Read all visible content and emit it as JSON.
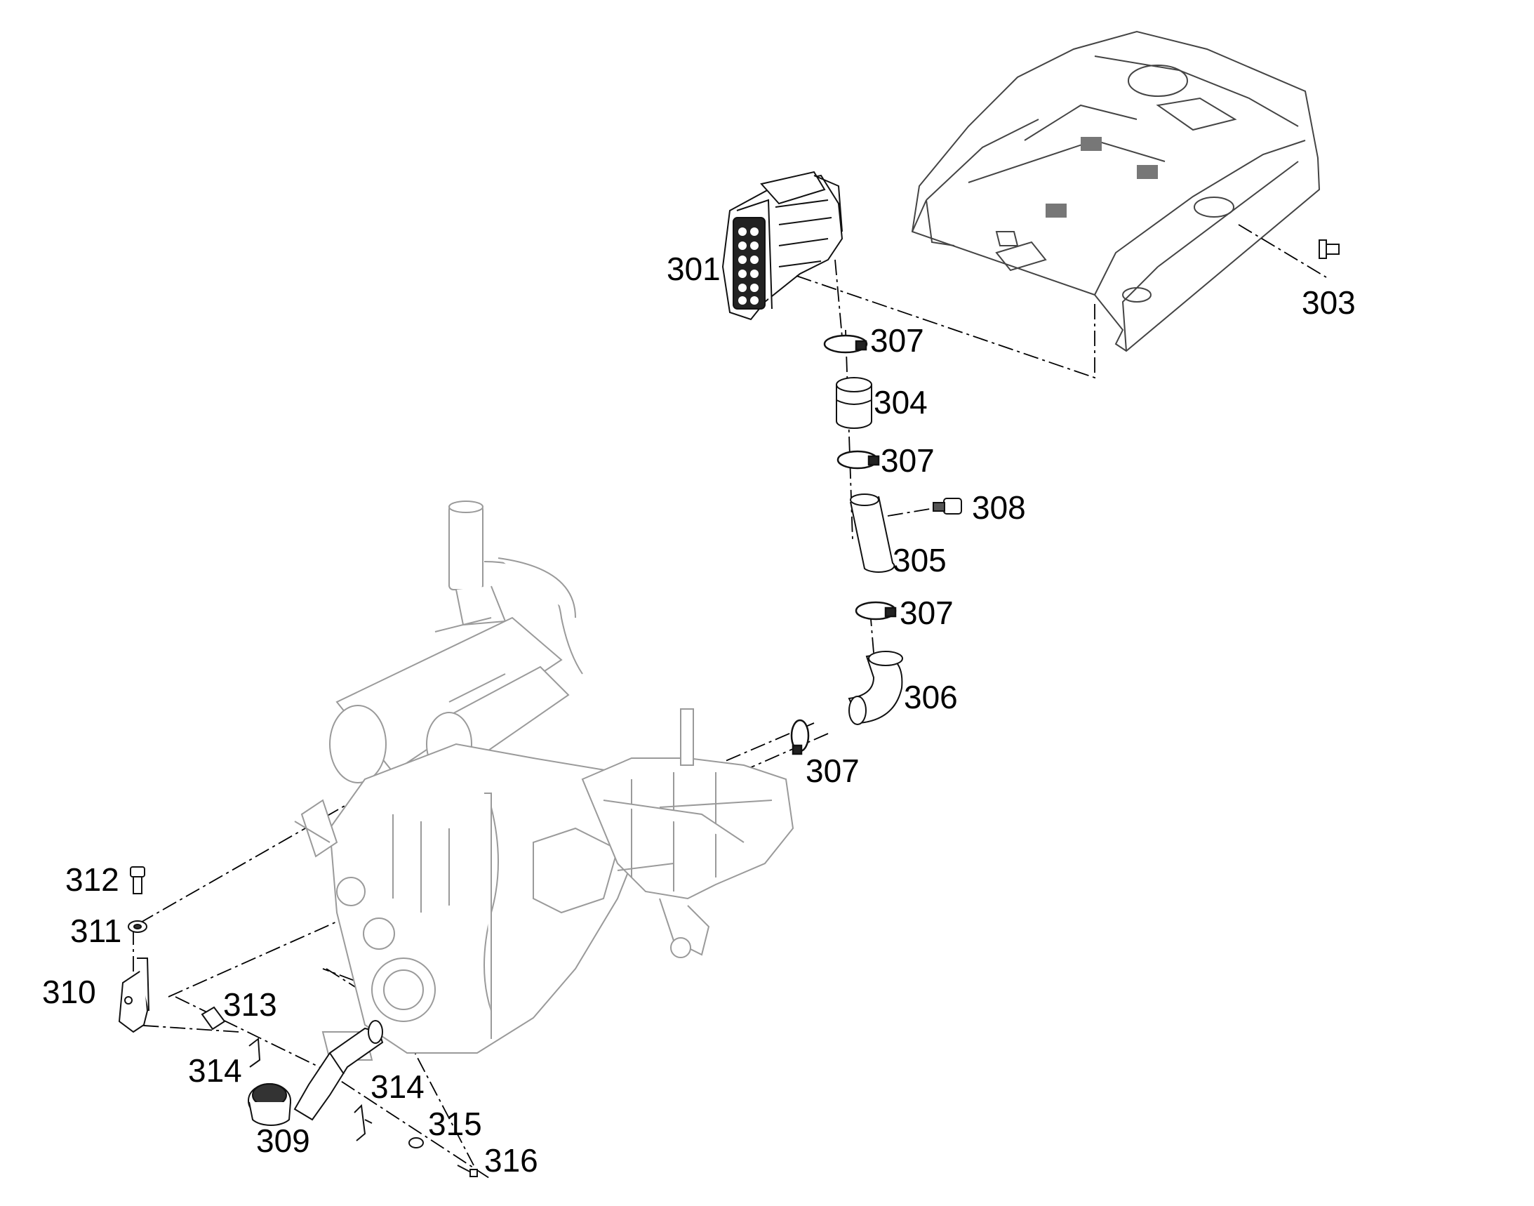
{
  "diagram": {
    "callouts": [
      {
        "id": "c301",
        "label": "301"
      },
      {
        "id": "c303",
        "label": "303"
      },
      {
        "id": "c307a",
        "label": "307"
      },
      {
        "id": "c304",
        "label": "304"
      },
      {
        "id": "c307b",
        "label": "307"
      },
      {
        "id": "c308",
        "label": "308"
      },
      {
        "id": "c305",
        "label": "305"
      },
      {
        "id": "c307c",
        "label": "307"
      },
      {
        "id": "c306",
        "label": "306"
      },
      {
        "id": "c307d",
        "label": "307"
      },
      {
        "id": "c312",
        "label": "312"
      },
      {
        "id": "c311",
        "label": "311"
      },
      {
        "id": "c310",
        "label": "310"
      },
      {
        "id": "c313",
        "label": "313"
      },
      {
        "id": "c314a",
        "label": "314"
      },
      {
        "id": "c314b",
        "label": "314"
      },
      {
        "id": "c315",
        "label": "315"
      },
      {
        "id": "c309",
        "label": "309"
      },
      {
        "id": "c316",
        "label": "316"
      }
    ]
  }
}
